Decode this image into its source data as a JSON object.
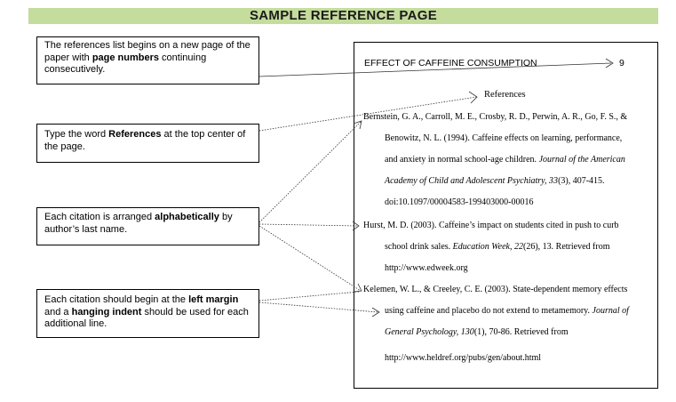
{
  "title": "SAMPLE REFERENCE PAGE",
  "notes": [
    {
      "id": "page-numbers-note",
      "parts": [
        {
          "t": "The references list begins on a new page of the  paper with ",
          "b": false
        },
        {
          "t": "page numbers",
          "b": true
        },
        {
          "t": " continuing consecutively.",
          "b": false
        }
      ]
    },
    {
      "id": "references-title-note",
      "parts": [
        {
          "t": "Type the word ",
          "b": false
        },
        {
          "t": "References",
          "b": true
        },
        {
          "t": " at the top center of the page.",
          "b": false
        }
      ]
    },
    {
      "id": "alphabetical-note",
      "parts": [
        {
          "t": "Each citation is arranged ",
          "b": false
        },
        {
          "t": "alphabetically",
          "b": true
        },
        {
          "t": " by author’s last name.",
          "b": false
        }
      ]
    },
    {
      "id": "hanging-indent-note",
      "parts": [
        {
          "t": "Each citation should begin at the ",
          "b": false
        },
        {
          "t": "left margin",
          "b": true
        },
        {
          "t": " and a ",
          "b": false
        },
        {
          "t": "hanging indent",
          "b": true
        },
        {
          "t": " should be used for each additional line.",
          "b": false
        }
      ]
    }
  ],
  "paper": {
    "running_head": "EFFECT OF CAFFEINE CONSUMPTION",
    "page_number": "9",
    "references_title": "References",
    "lines": [
      {
        "indent": false,
        "parts": [
          {
            "t": "Bernstein, G. A., Carroll, M. E., Crosby, R. D., Perwin, A. R., Go, F. S., &",
            "i": false
          }
        ]
      },
      {
        "indent": true,
        "parts": [
          {
            "t": "Benowitz, N. L. (1994). Caffeine effects on learning, performance,",
            "i": false
          }
        ]
      },
      {
        "indent": true,
        "parts": [
          {
            "t": "and anxiety in normal school-age children. ",
            "i": false
          },
          {
            "t": "Journal of the American",
            "i": true
          }
        ]
      },
      {
        "indent": true,
        "parts": [
          {
            "t": "Academy of Child and Adolescent Psychiatry, 33",
            "i": true
          },
          {
            "t": "(3), 407-415.",
            "i": false
          }
        ]
      },
      {
        "indent": true,
        "parts": [
          {
            "t": "doi:10.1097/00004583-199403000-00016",
            "i": false
          }
        ]
      },
      {
        "indent": false,
        "parts": [
          {
            "t": "Hurst, M. D. (2003). Caffeine’s impact on students cited in push to curb",
            "i": false
          }
        ]
      },
      {
        "indent": true,
        "parts": [
          {
            "t": "school drink sales. ",
            "i": false
          },
          {
            "t": "Education Week, 22",
            "i": true
          },
          {
            "t": "(26), 13. Retrieved from",
            "i": false
          }
        ]
      },
      {
        "indent": true,
        "parts": [
          {
            "t": "http://www.edweek.org",
            "i": false
          }
        ]
      },
      {
        "indent": false,
        "parts": [
          {
            "t": "Kelemen, W. L., & Creeley, C. E. (2003). State-dependent memory effects",
            "i": false
          }
        ]
      },
      {
        "indent": true,
        "parts": [
          {
            "t": "using caffeine and placebo do not extend to metamemory. ",
            "i": false
          },
          {
            "t": "Journal of",
            "i": true
          }
        ]
      },
      {
        "indent": true,
        "parts": [
          {
            "t": "General Psychology, 130",
            "i": true
          },
          {
            "t": "(1), 70-86. Retrieved from",
            "i": false
          }
        ]
      },
      {
        "indent": true,
        "parts": [
          {
            "t": "http://www.heldref.org/pubs/gen/about.html",
            "i": false
          }
        ]
      }
    ]
  }
}
